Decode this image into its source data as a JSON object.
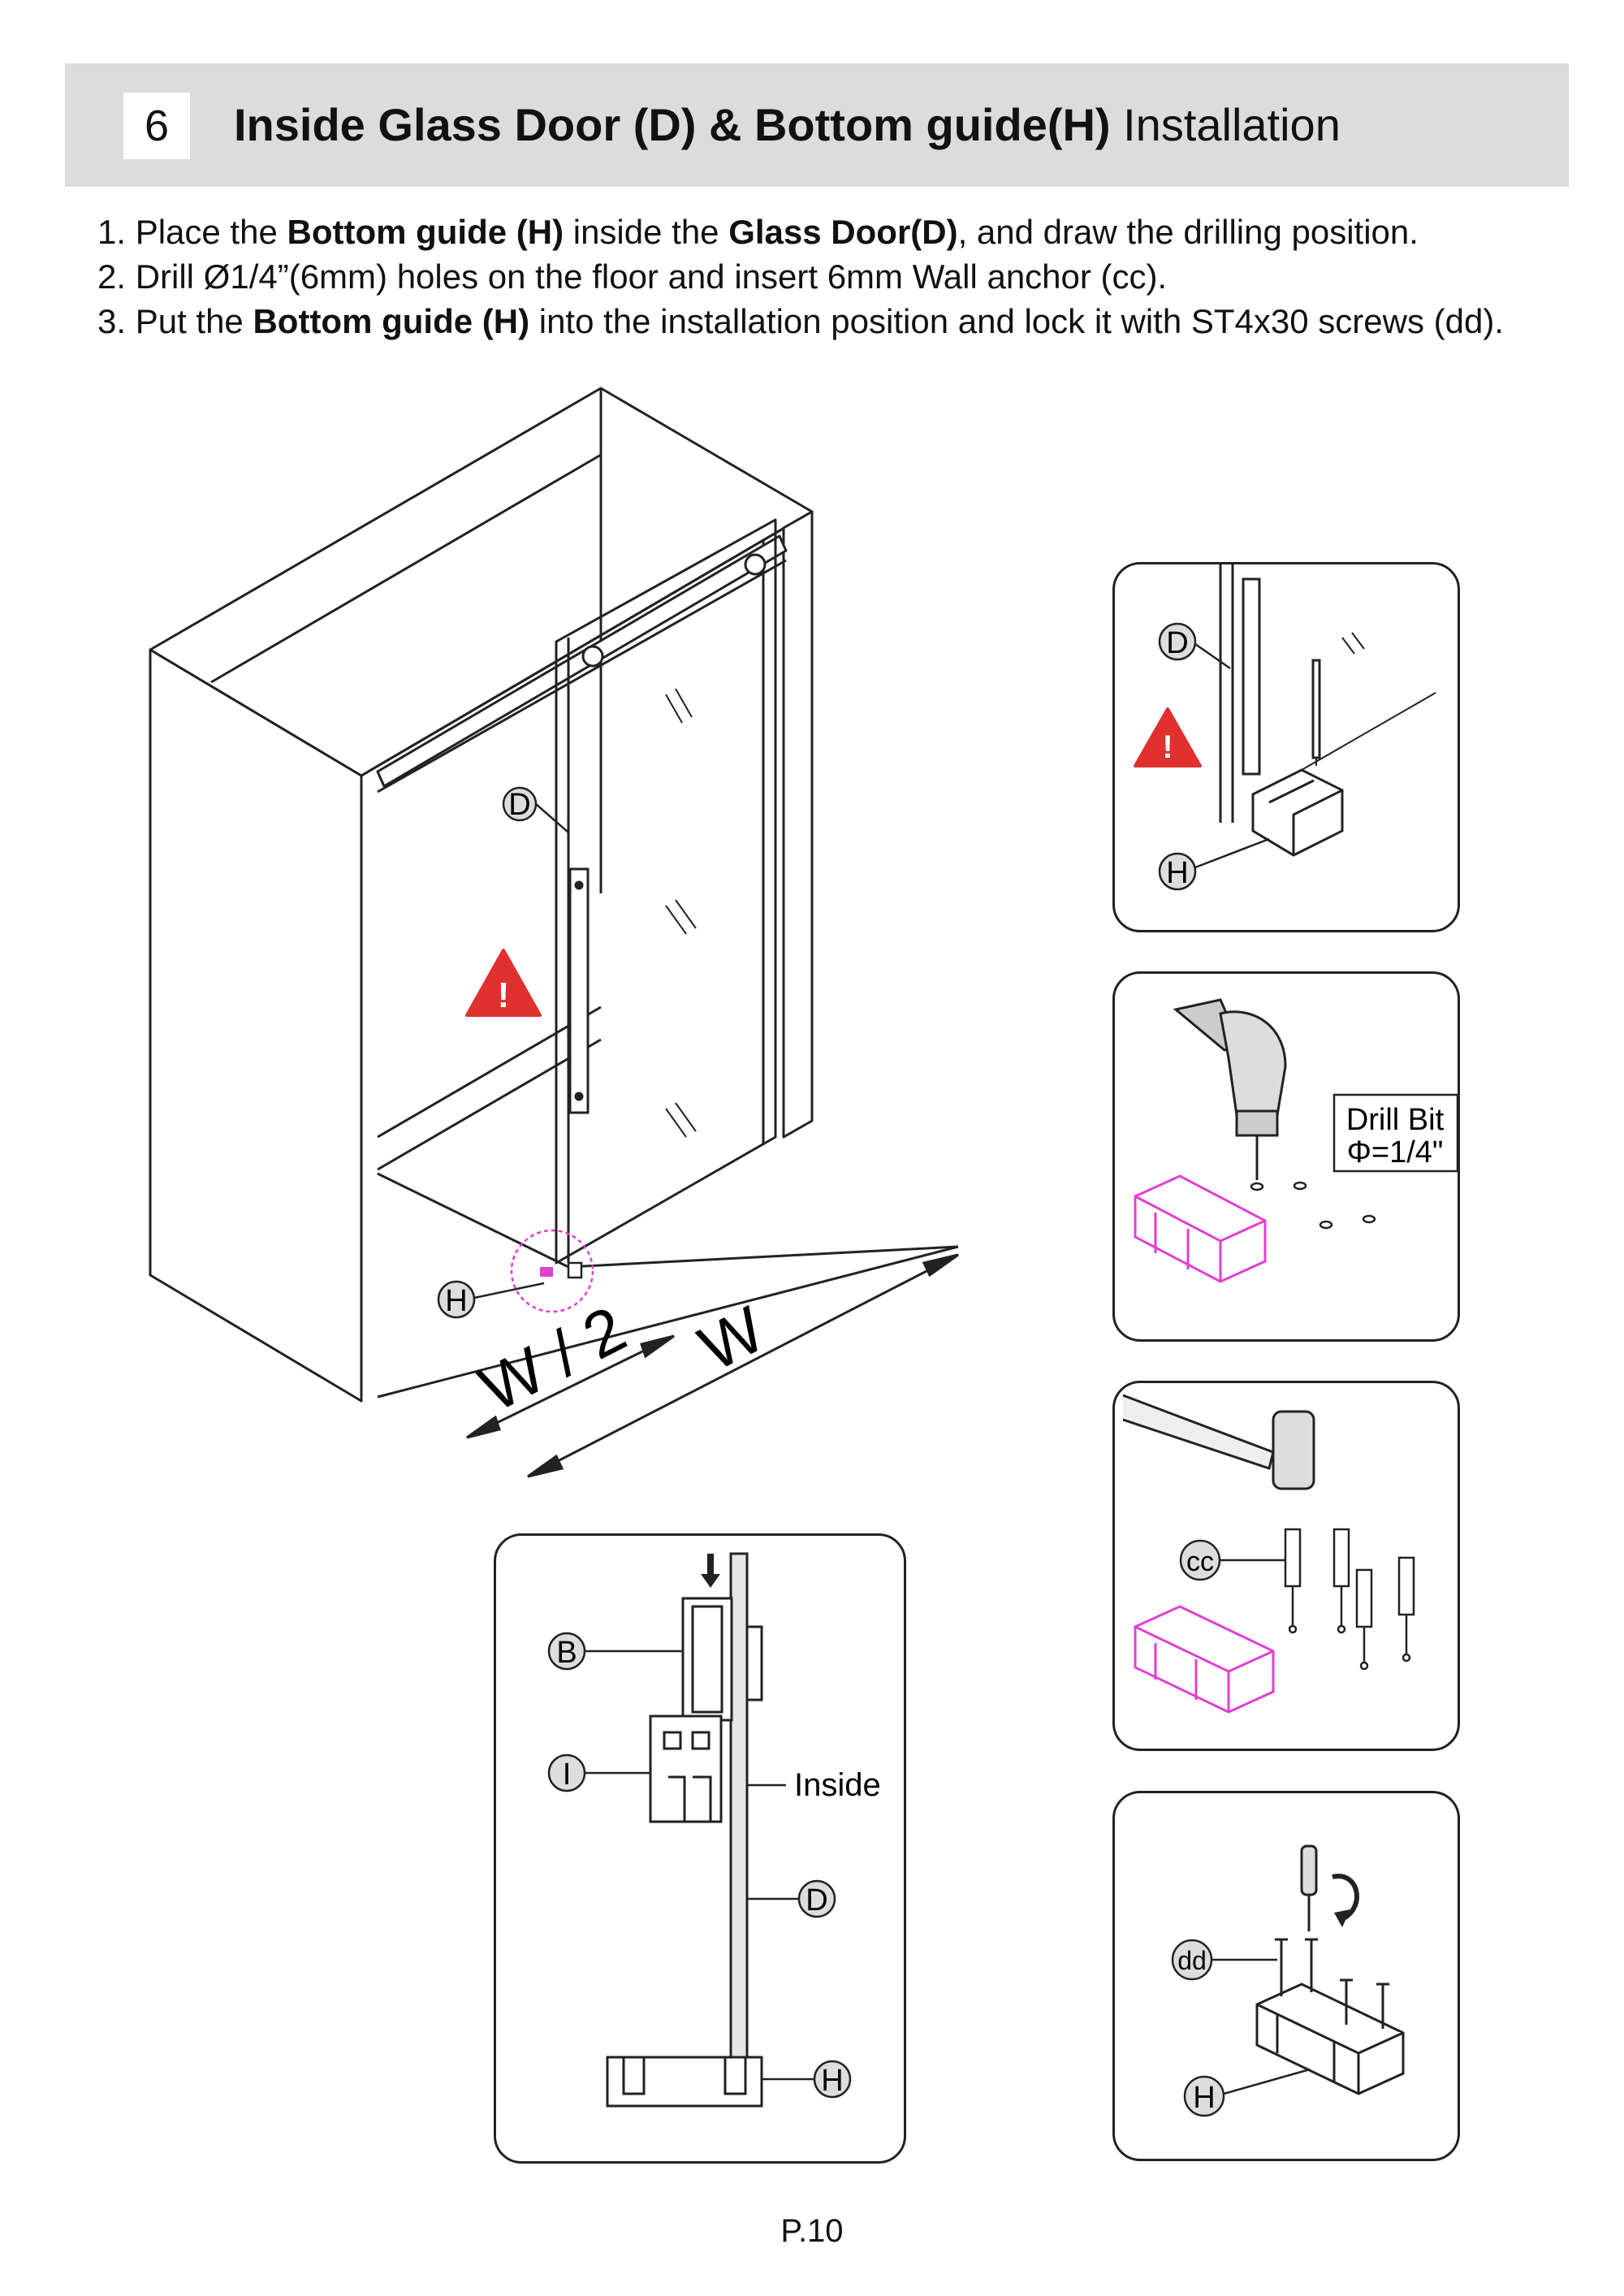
{
  "header": {
    "step_number": "6",
    "title_bold": "Inside Glass Door (D) & Bottom guide(H)",
    "title_regular": " Installation"
  },
  "instructions": [
    {
      "pre": "1. Place the ",
      "b1": "Bottom guide (H)",
      "mid": " inside the ",
      "b2": "Glass Door(D)",
      "post": ", and draw the drilling position."
    },
    {
      "text": "2. Drill Ø1/4”(6mm) holes on the floor and insert 6mm Wall anchor (cc)."
    },
    {
      "pre": "3. Put the ",
      "b1": "Bottom guide (H)",
      "post": "  into the installation position and lock it with ST4x30 screws (dd)."
    }
  ],
  "main_diagram": {
    "label_door": "D",
    "label_guide": "H",
    "dim_half": "W / 2",
    "dim_full": "W",
    "warning_symbol": "!",
    "warning_icon": "warning-triangle-icon",
    "highlight_color": "#e040d0",
    "warning_color": "#e03030"
  },
  "detail_panel": {
    "label_b": "B",
    "label_i": "I",
    "label_inside": "Inside",
    "label_d": "D",
    "label_h": "H"
  },
  "panel_mark": {
    "label_d": "D",
    "label_h": "H",
    "warning_symbol": "!"
  },
  "panel_drill": {
    "drill_bit_line1": "Drill Bit",
    "drill_bit_line2": "Φ=1/4\""
  },
  "panel_anchor": {
    "label_cc": "cc"
  },
  "panel_screw": {
    "label_dd": "dd",
    "label_h": "H"
  },
  "footer": {
    "page_number": "P.10"
  }
}
